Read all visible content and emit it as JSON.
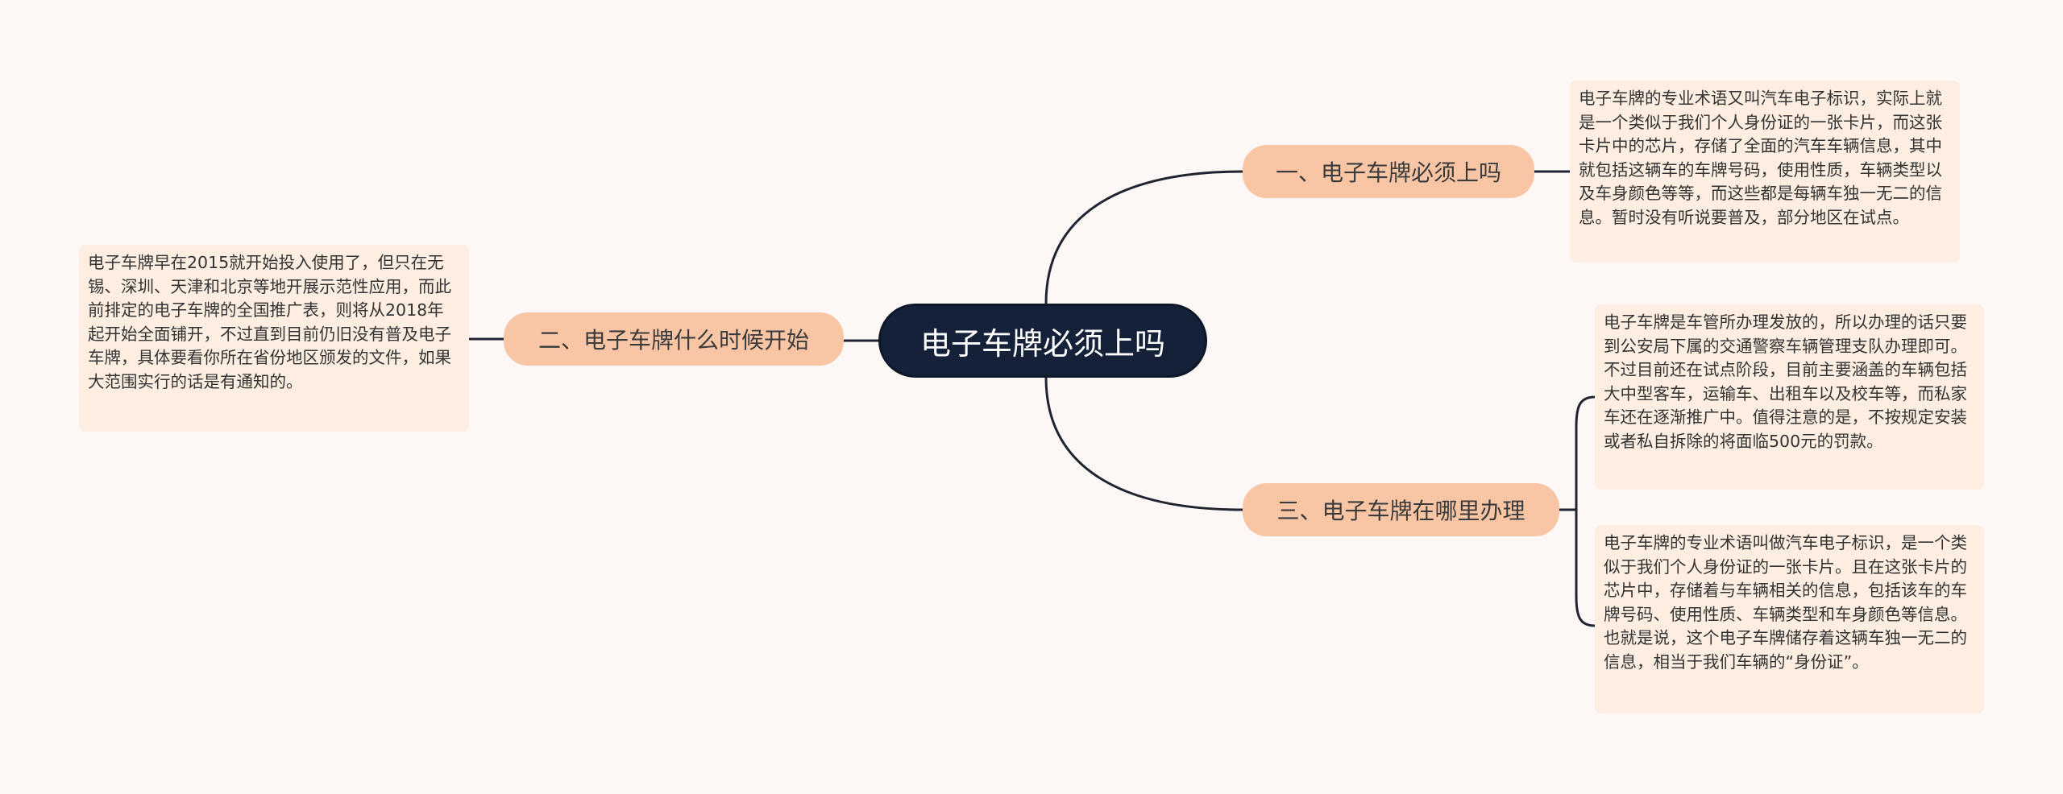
{
  "root": {
    "label": "电子车牌必须上吗"
  },
  "branches": [
    {
      "label": "一、电子车牌必须上吗",
      "notes": [
        "电子车牌的专业术语又叫汽车电子标识，实际上就是一个类似于我们个人身份证的一张卡片，而这张卡片中的芯片，存储了全面的汽车车辆信息，其中就包括这辆车的车牌号码，使用性质，车辆类型以及车身颜色等等，而这些都是每辆车独一无二的信息。暂时没有听说要普及，部分地区在试点。"
      ]
    },
    {
      "label": "二、电子车牌什么时候开始",
      "notes": [
        "电子车牌早在2015就开始投入使用了，但只在无锡、深圳、天津和北京等地开展示范性应用，而此前排定的电子车牌的全国推广表，则将从2018年起开始全面铺开，不过直到目前仍旧没有普及电子车牌，具体要看你所在省份地区颁发的文件，如果大范围实行的话是有通知的。"
      ]
    },
    {
      "label": "三、电子车牌在哪里办理",
      "notes": [
        "电子车牌是车管所办理发放的，所以办理的话只要到公安局下属的交通警察车辆管理支队办理即可。不过目前还在试点阶段，目前主要涵盖的车辆包括大中型客车，运输车、出租车以及校车等，而私家车还在逐渐推广中。值得注意的是，不按规定安装或者私自拆除的将面临500元的罚款。",
        "电子车牌的专业术语叫做汽车电子标识，是一个类似于我们个人身份证的一张卡片。且在这张卡片的芯片中，存储着与车辆相关的信息，包括该车的车牌号码、使用性质、车辆类型和车身颜色等信息。也就是说，这个电子车牌储存着这辆车独一无二的信息，相当于我们车辆的“身份证”。"
      ]
    }
  ],
  "colors": {
    "background": "#fdf8f6",
    "root_fill": "#142139",
    "branch_fill": "#f9c6a5",
    "leaf_fill": "#fdeee1",
    "connector": "#1f2430"
  }
}
